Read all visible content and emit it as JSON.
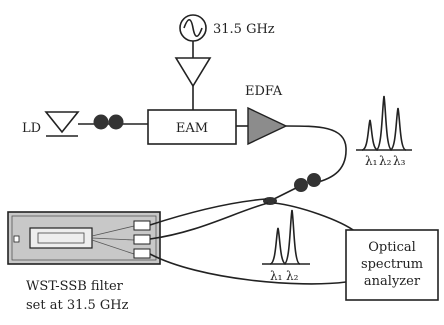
{
  "labels": {
    "frequency": "31.5 GHz",
    "edfa": "EDFA",
    "ld": "LD",
    "eam": "EAM",
    "wst_line1": "WST-SSB filter",
    "wst_line2": "set at 31.5 GHz",
    "osa_line1": "Optical",
    "osa_line2": "spectrum",
    "osa_line3": "analyzer"
  },
  "spectrum_top": {
    "labels": [
      "λ₁",
      "λ₂",
      "λ₃"
    ],
    "relative_heights": [
      0.55,
      1.0,
      0.75
    ]
  },
  "spectrum_bottom": {
    "labels": [
      "λ₁",
      "λ₂"
    ],
    "relative_heights": [
      0.75,
      1.0
    ]
  },
  "colors": {
    "line": "#222222",
    "edfa_fill": "#8c8c8c",
    "wst_fill": "#c8c8c8",
    "coil": "#333333"
  }
}
